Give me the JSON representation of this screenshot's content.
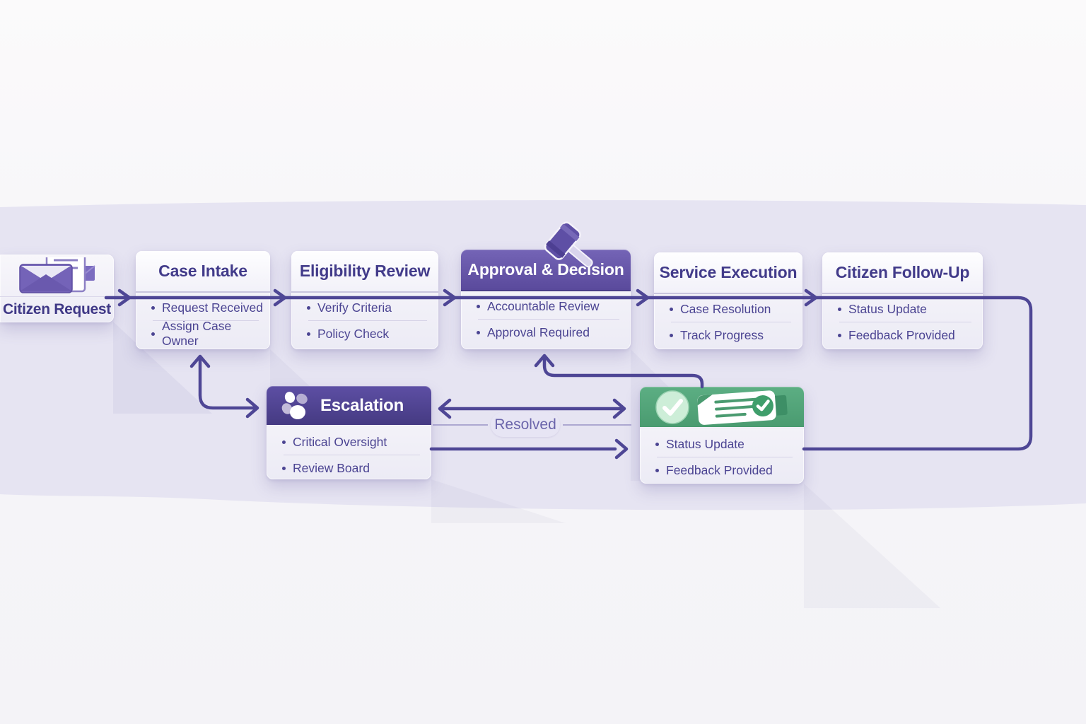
{
  "start": {
    "label": "Citizen Request",
    "icon": "mail-documents-icon"
  },
  "stages": [
    {
      "title": "Case Intake",
      "items": [
        "Request Received",
        "Assign Case Owner"
      ]
    },
    {
      "title": "Eligibility Review",
      "items": [
        "Verify Criteria",
        "Policy Check"
      ]
    },
    {
      "title": "Approval & Decision",
      "items": [
        "Accountable Review",
        "Approval Required"
      ],
      "icon": "gavel-icon"
    },
    {
      "title": "Service Execution",
      "items": [
        "Case Resolution",
        "Track Progress"
      ]
    },
    {
      "title": "Citizen Follow-Up",
      "items": [
        "Status Update",
        "Feedback Provided"
      ]
    }
  ],
  "escalation": {
    "title": "Escalation",
    "items": [
      "Critical Oversight",
      "Review Board"
    ],
    "icon": "escalation-cluster-icon"
  },
  "resolution": {
    "items": [
      "Status Update",
      "Feedback Provided"
    ],
    "icons": [
      "check-circle-icon",
      "ticket-check-icon"
    ]
  },
  "connectors": {
    "resolved_label": "Resolved"
  },
  "colors": {
    "accent_purple": "#4e4695",
    "header_purple": "#60509f",
    "escalation_purple": "#4e4190",
    "header_green": "#52a578",
    "text_indigo": "#443c8c",
    "band_lavender": "#e6e4f2"
  }
}
